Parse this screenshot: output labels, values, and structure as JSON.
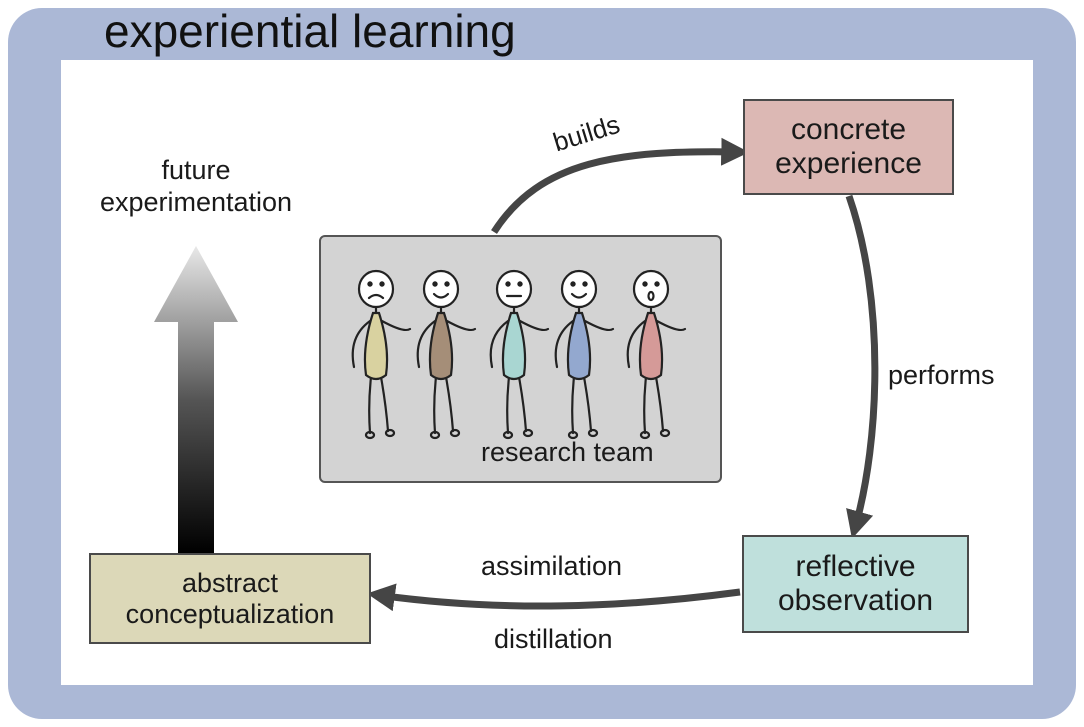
{
  "title": "experiential learning",
  "nodes": {
    "concrete": [
      "concrete",
      "experience"
    ],
    "reflective": [
      "reflective",
      "observation"
    ],
    "abstract": [
      "abstract",
      "conceptualization"
    ]
  },
  "team_label": "research team",
  "edge_labels": {
    "builds": "builds",
    "performs": "performs",
    "assimilation": "assimilation",
    "distillation": "distillation"
  },
  "future": [
    "future",
    "experimentation"
  ],
  "colors": {
    "frame": "#abb8d6",
    "concrete": "#dcb8b4",
    "reflective": "#bfe0dc",
    "abstract": "#dcd8b8",
    "team_box": "#d3d3d3",
    "arrow": "#454545"
  },
  "people": [
    {
      "color": "#d9d2a0",
      "face": "frown"
    },
    {
      "color": "#a58e78",
      "face": "smile"
    },
    {
      "color": "#a9d6d2",
      "face": "flat"
    },
    {
      "color": "#93a8cf",
      "face": "smile"
    },
    {
      "color": "#d59a98",
      "face": "open"
    }
  ]
}
